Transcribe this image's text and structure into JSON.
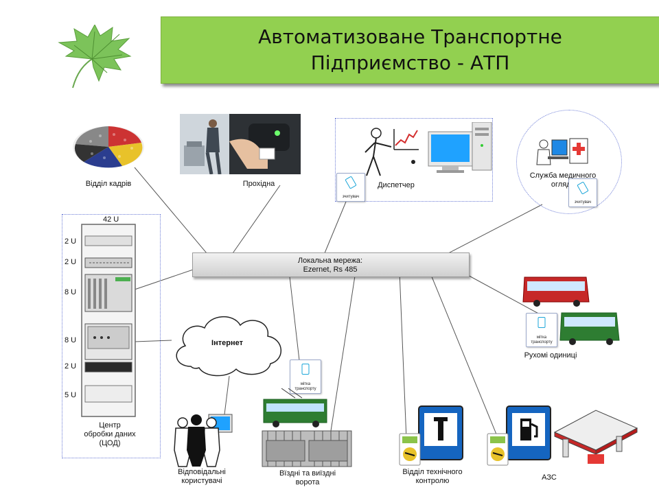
{
  "title": {
    "line1": "Автоматизоване Транспортне",
    "line2": "Підприємство - АТП"
  },
  "network": {
    "line1": "Локальна мережа:",
    "line2": "Ezernet, Rs 485"
  },
  "rack": {
    "top_label": "42 U",
    "units": [
      "2 U",
      "2 U",
      "8 U",
      "8 U",
      "2 U",
      "5 U"
    ],
    "overlap_label": "5 U",
    "caption": [
      "Центр",
      "обробки даних",
      "(ЦОД)"
    ]
  },
  "labels": {
    "hr": "Відділ кадрів",
    "entrance": "Прохідна",
    "dispatcher": "Диспетчер",
    "medical": [
      "Служба медичного",
      "огляду"
    ],
    "internet": "Інтернет",
    "users": [
      "Відповідальні",
      "користувачі"
    ],
    "gates": [
      "Вїздні та виїздні",
      "ворота"
    ],
    "tech": [
      "Відділ технічного",
      "контролю"
    ],
    "fuel": "АЗС",
    "mobile": "Рухомі одиниці"
  },
  "tags": {
    "reader": "зчитувач",
    "transport_tag": [
      "мітка",
      "транспорту"
    ]
  },
  "colors": {
    "title_bg": "#92d050",
    "network_bar": "#d9d9d9",
    "dotted_border": "#6b7bd6",
    "sign_blue": "#1565c0",
    "bus_red": "#c62828",
    "bus_green": "#2e7d32"
  }
}
